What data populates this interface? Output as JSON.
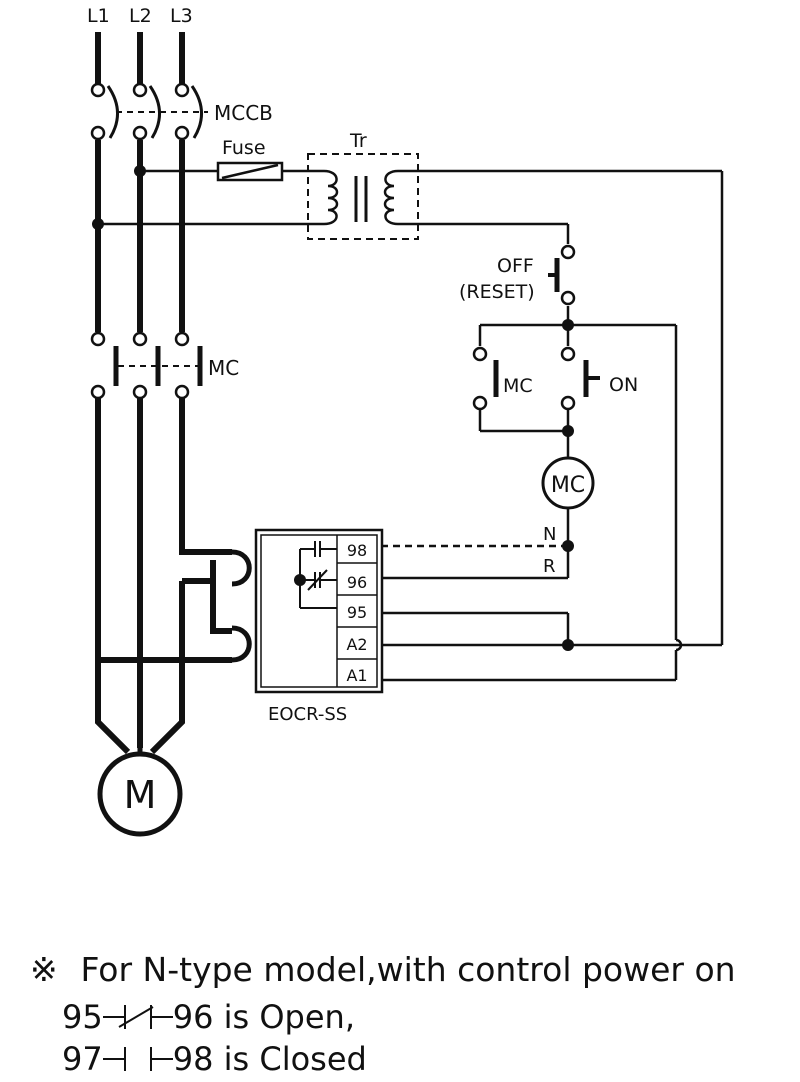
{
  "colors": {
    "ink": "#111111",
    "background": "#ffffff"
  },
  "labels": {
    "L1": "L1",
    "L2": "L2",
    "L3": "L3",
    "mccb": "MCCB",
    "fuse": "Fuse",
    "tr": "Tr",
    "off": "OFF",
    "reset": "(RESET)",
    "mc_main": "MC",
    "mc_aux": "MC",
    "on": "ON",
    "mc_coil": "MC",
    "n": "N",
    "r": "R",
    "relay": "EOCR-SS",
    "motor": "M"
  },
  "terminals": [
    "98",
    "96",
    "95",
    "A2",
    "A1"
  ],
  "note": {
    "mark": "※",
    "line1": "For N-type model,with control power on",
    "line2_pre": "95",
    "line2_post": "96 is Open,",
    "line3_pre": "97",
    "line3_post": "98 is Closed"
  }
}
